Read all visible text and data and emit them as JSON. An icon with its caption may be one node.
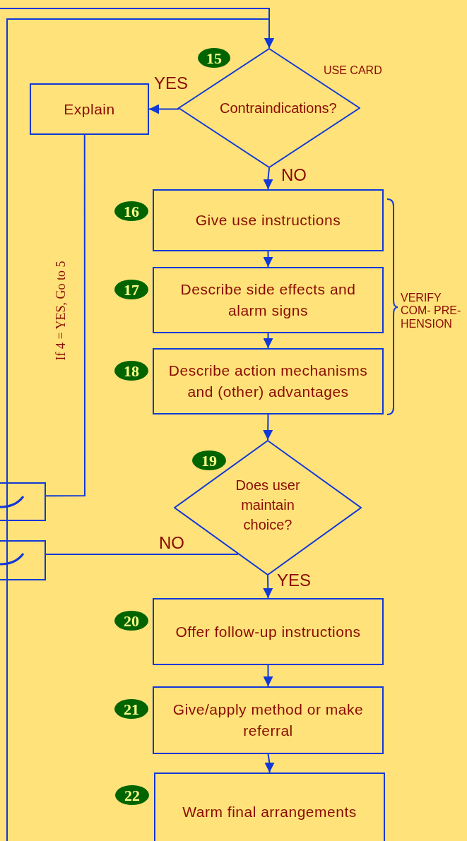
{
  "diagram": {
    "nodes": [
      {
        "text": [
          "15"
        ]
      },
      {
        "text": [
          "Contraindications?"
        ]
      },
      {
        "text": [
          "Explain"
        ]
      },
      {
        "text": [
          "16"
        ]
      },
      {
        "text": [
          "Give use instructions"
        ]
      },
      {
        "text": [
          "17"
        ]
      },
      {
        "text": [
          "Describe side effects and alarm signs"
        ]
      },
      {
        "text": [
          "18"
        ]
      },
      {
        "text": [
          "Describe action mechanisms and (other) advantages"
        ]
      },
      {
        "text": [
          "19"
        ]
      },
      {
        "text": [
          "Does user maintain choice?"
        ]
      },
      {
        "text": [
          "20"
        ]
      },
      {
        "text": [
          "Offer follow-up instructions"
        ]
      },
      {
        "text": [
          "21"
        ]
      },
      {
        "text": [
          "Give/apply method or make referral"
        ]
      },
      {
        "text": [
          "22"
        ]
      },
      {
        "text": [
          "Warm final arrangements"
        ]
      },
      {
        "text": [],
        "shape": "box"
      },
      {
        "text": [],
        "shape": "box"
      }
    ],
    "edges": [
      {
        "from": null,
        "to": 1,
        "arrow": "to"
      },
      {
        "from": null,
        "to": 1,
        "arrow": "to"
      },
      {
        "from": 1,
        "to": 2,
        "arrow": "to",
        "label": "YES"
      },
      {
        "from": 2,
        "to": 17,
        "arrow": "none",
        "label": "If 4 = YES, Go to 5"
      },
      {
        "from": 1,
        "to": 4,
        "arrow": "to",
        "label": "NO"
      },
      {
        "from": 4,
        "to": 6,
        "arrow": "to"
      },
      {
        "from": 6,
        "to": 8,
        "arrow": "to"
      },
      {
        "from": 8,
        "to": 10,
        "arrow": "to"
      },
      {
        "from": 10,
        "to": 12,
        "arrow": "to",
        "label": "YES"
      },
      {
        "from": 12,
        "to": 14,
        "arrow": "to"
      },
      {
        "from": 14,
        "to": 16,
        "arrow": "to"
      },
      {
        "from": 10,
        "to": 18,
        "arrow": "none",
        "label": "NO"
      }
    ],
    "labels": [
      "USE CARD",
      "VERIFY COM- PRE- HENSION"
    ]
  }
}
